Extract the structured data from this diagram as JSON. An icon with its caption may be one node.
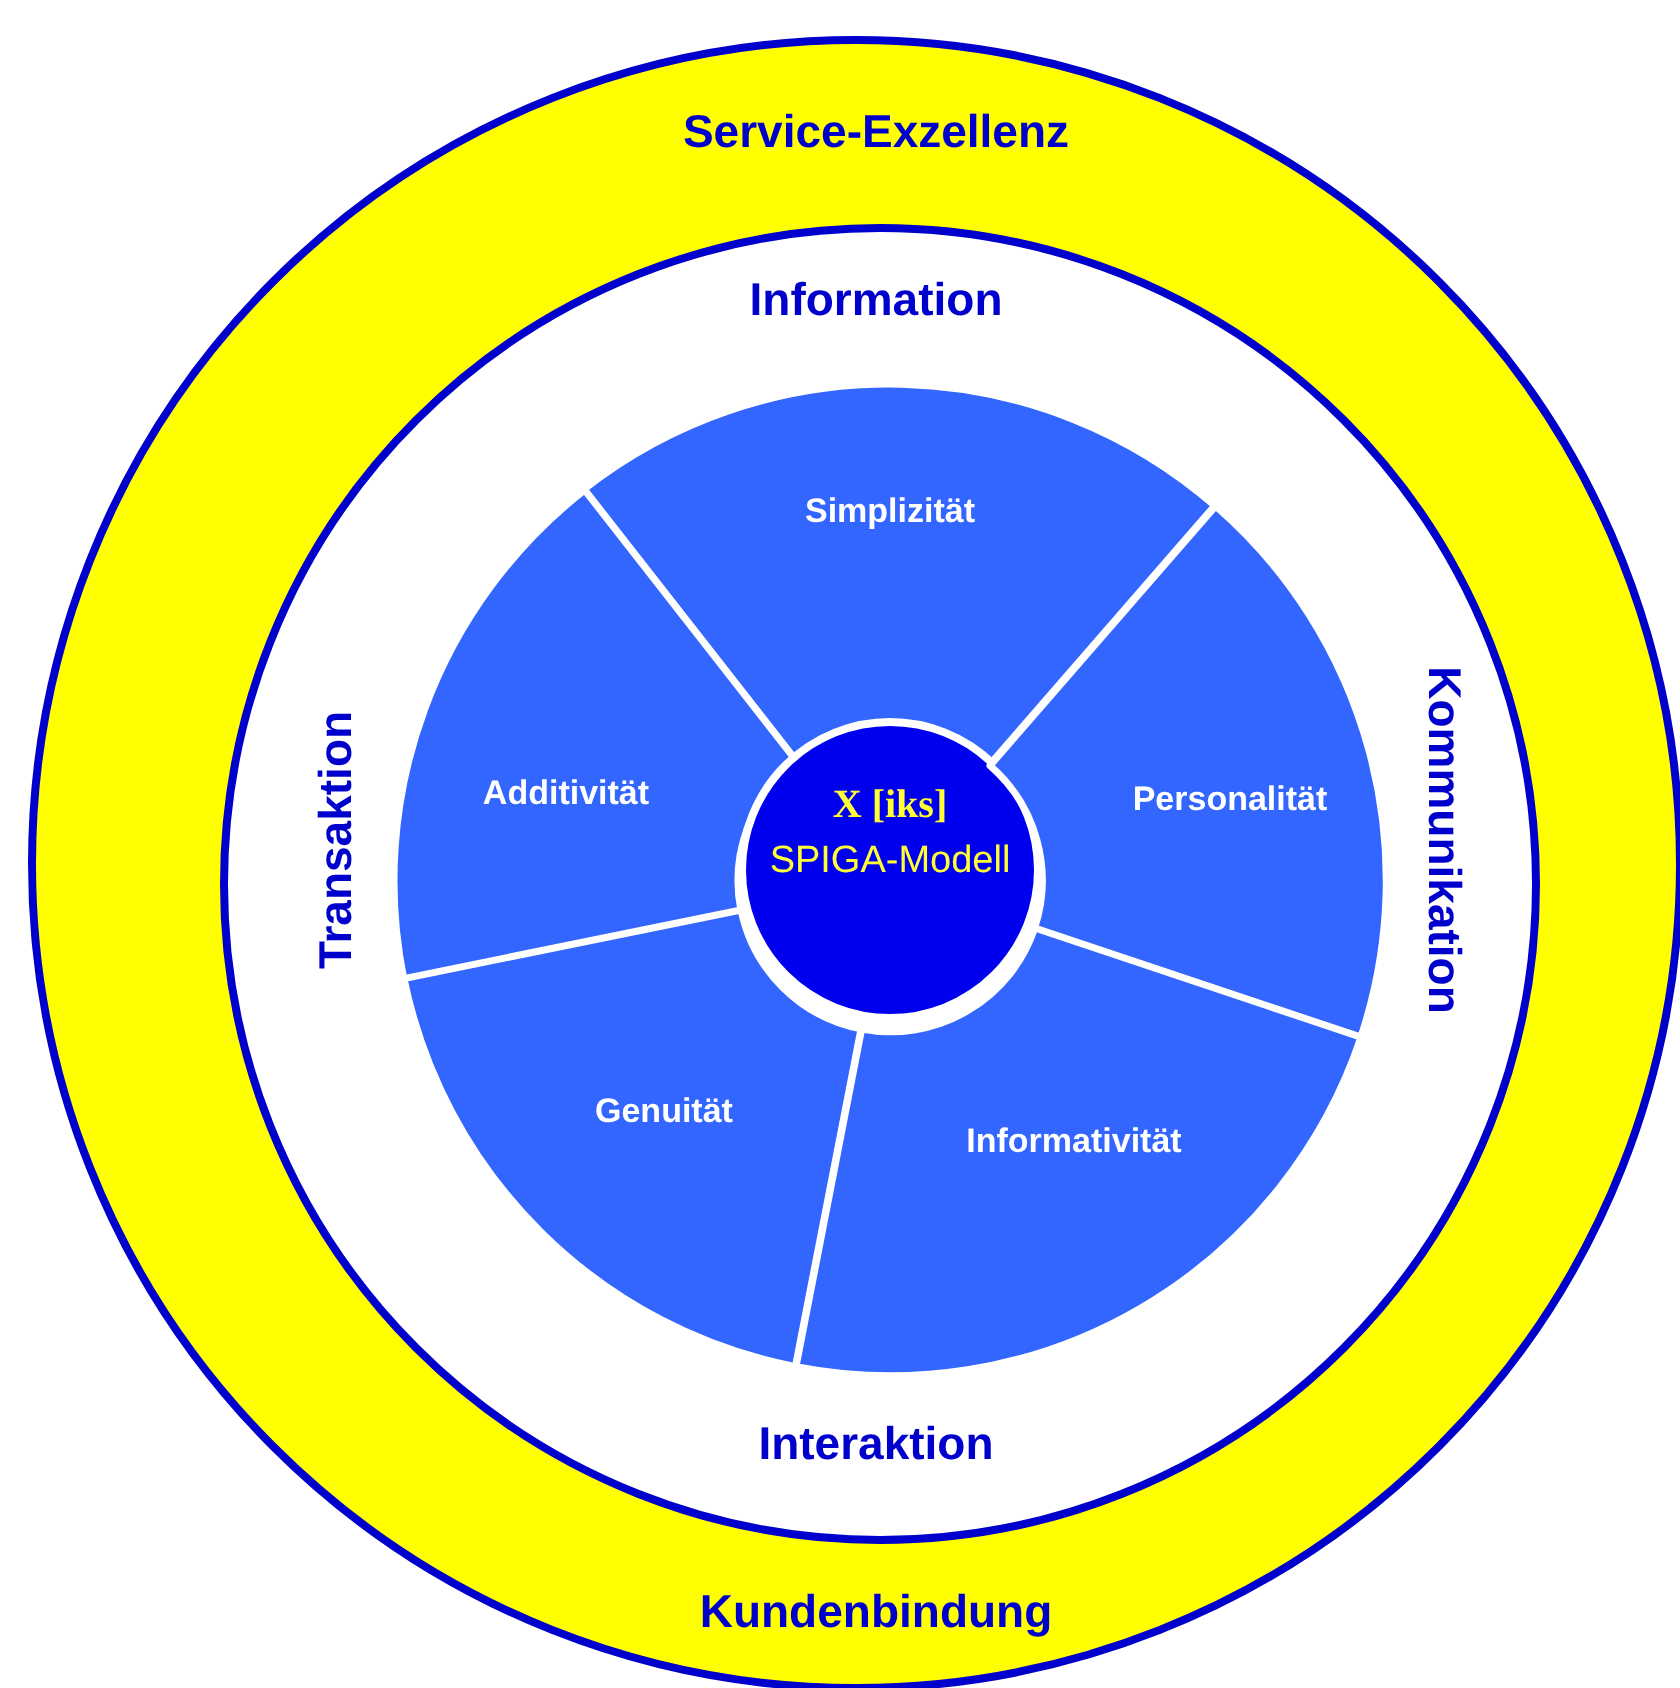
{
  "diagram": {
    "nodes": [
      {
        "text": [
          "Service-Exzellenz",
          "Kundenbindung"
        ]
      },
      {
        "text": [
          "Information",
          "Kommunikation",
          "Interaktion",
          "Transaktion"
        ],
        "in": 0
      },
      {
        "text": [
          "Simplizität"
        ],
        "in": 1
      },
      {
        "text": [
          "Additivität"
        ],
        "in": 1
      },
      {
        "text": [
          "X [iks]",
          "SPIGA-Modell"
        ],
        "in": 1
      },
      {
        "text": [
          "Personalität"
        ],
        "in": 1
      },
      {
        "text": [
          "Genuität"
        ],
        "in": 1
      },
      {
        "text": [
          "Informativität"
        ],
        "in": 1
      }
    ],
    "edges": []
  }
}
